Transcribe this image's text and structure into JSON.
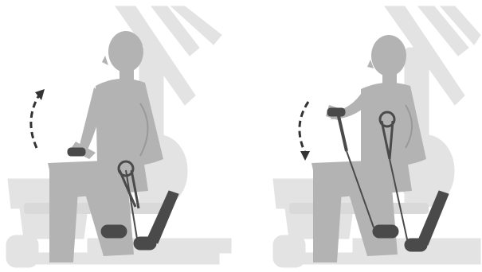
{
  "illustration": {
    "panels": [
      {
        "name": "start-position",
        "arm": "lowered",
        "motion": "up"
      },
      {
        "name": "end-position",
        "arm": "raised",
        "motion": "down"
      }
    ],
    "colors": {
      "background": "#ffffff",
      "machine_frame": "#e2e2e2",
      "figure": "#b3b3b3",
      "figure_outline": "#9a9a9a",
      "cable_and_handles": "#4a4a4a",
      "motion_arrow": "#333333"
    },
    "icons": [
      "curved-arrow-up-icon",
      "curved-arrow-down-icon"
    ]
  }
}
